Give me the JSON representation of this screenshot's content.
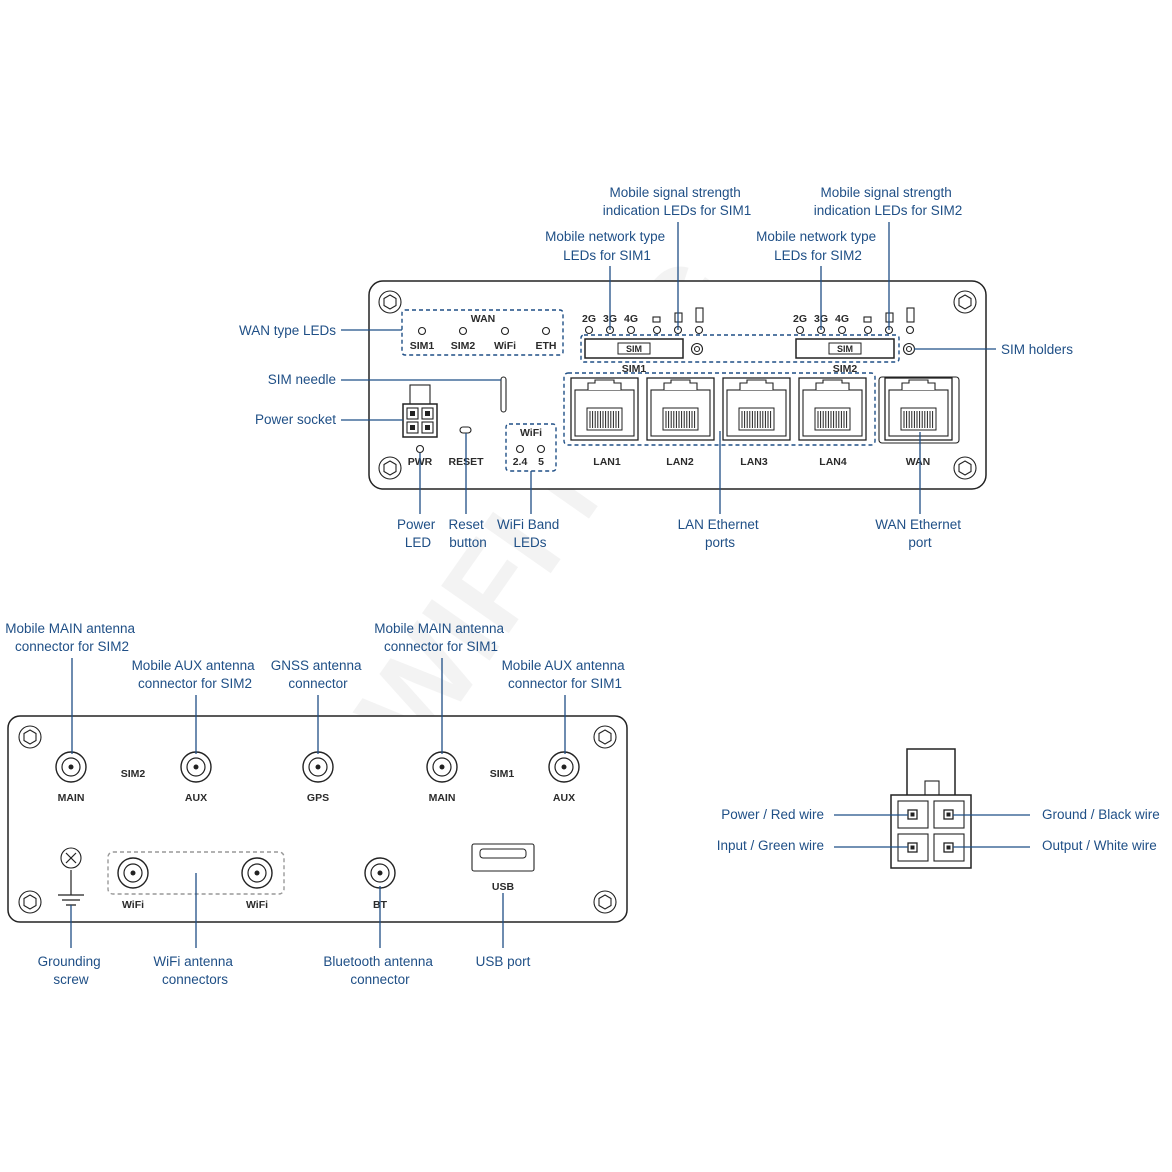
{
  "watermark": "WIFI MAG",
  "front": {
    "callouts": {
      "signal_sim1": [
        "Mobile signal strength",
        "indication LEDs for SIM1"
      ],
      "signal_sim2": [
        "Mobile signal strength",
        "indication LEDs for SIM2"
      ],
      "nettype_sim1": [
        "Mobile network type",
        "LEDs for SIM1"
      ],
      "nettype_sim2": [
        "Mobile network type",
        "LEDs for SIM2"
      ],
      "wan_type_leds": "WAN type LEDs",
      "sim_needle": "SIM needle",
      "power_socket": "Power socket",
      "sim_holders": "SIM holders",
      "power_led": [
        "Power",
        "LED"
      ],
      "reset_button": [
        "Reset",
        "button"
      ],
      "wifi_band_leds": [
        "WiFi Band",
        "LEDs"
      ],
      "lan_ports": [
        "LAN Ethernet",
        "ports"
      ],
      "wan_port": [
        "WAN Ethernet",
        "port"
      ]
    },
    "panel": {
      "wan_title": "WAN",
      "wan_leds": [
        "SIM1",
        "SIM2",
        "WiFi",
        "ETH"
      ],
      "net_types": [
        "2G",
        "3G",
        "4G"
      ],
      "sim_slot_text": "SIM",
      "sim1_label": "SIM1",
      "sim2_label": "SIM2",
      "pwr_label": "PWR",
      "reset_label": "RESET",
      "wifi_title": "WiFi",
      "wifi_bands": [
        "2.4",
        "5"
      ],
      "lan_ports": [
        "LAN1",
        "LAN2",
        "LAN3",
        "LAN4"
      ],
      "wan_port": "WAN"
    }
  },
  "rear": {
    "callouts": {
      "main_sim2": [
        "Mobile MAIN antenna",
        "connector for SIM2"
      ],
      "aux_sim2": [
        "Mobile AUX antenna",
        "connector for SIM2"
      ],
      "gnss": [
        "GNSS antenna",
        "connector"
      ],
      "main_sim1": [
        "Mobile MAIN antenna",
        "connector for SIM1"
      ],
      "aux_sim1": [
        "Mobile AUX antenna",
        "connector for SIM1"
      ],
      "grounding": [
        "Grounding",
        "screw"
      ],
      "wifi_conn": [
        "WiFi antenna",
        "connectors"
      ],
      "bt_conn": [
        "Bluetooth antenna",
        "connector"
      ],
      "usb_port": "USB port"
    },
    "panel": {
      "sim2": "SIM2",
      "sim1": "SIM1",
      "main": "MAIN",
      "aux": "AUX",
      "gps": "GPS",
      "wifi": "WiFi",
      "bt": "BT",
      "usb": "USB"
    }
  },
  "connector": {
    "power": "Power / Red wire",
    "ground": "Ground / Black wire",
    "input": "Input / Green wire",
    "output": "Output / White wire"
  }
}
